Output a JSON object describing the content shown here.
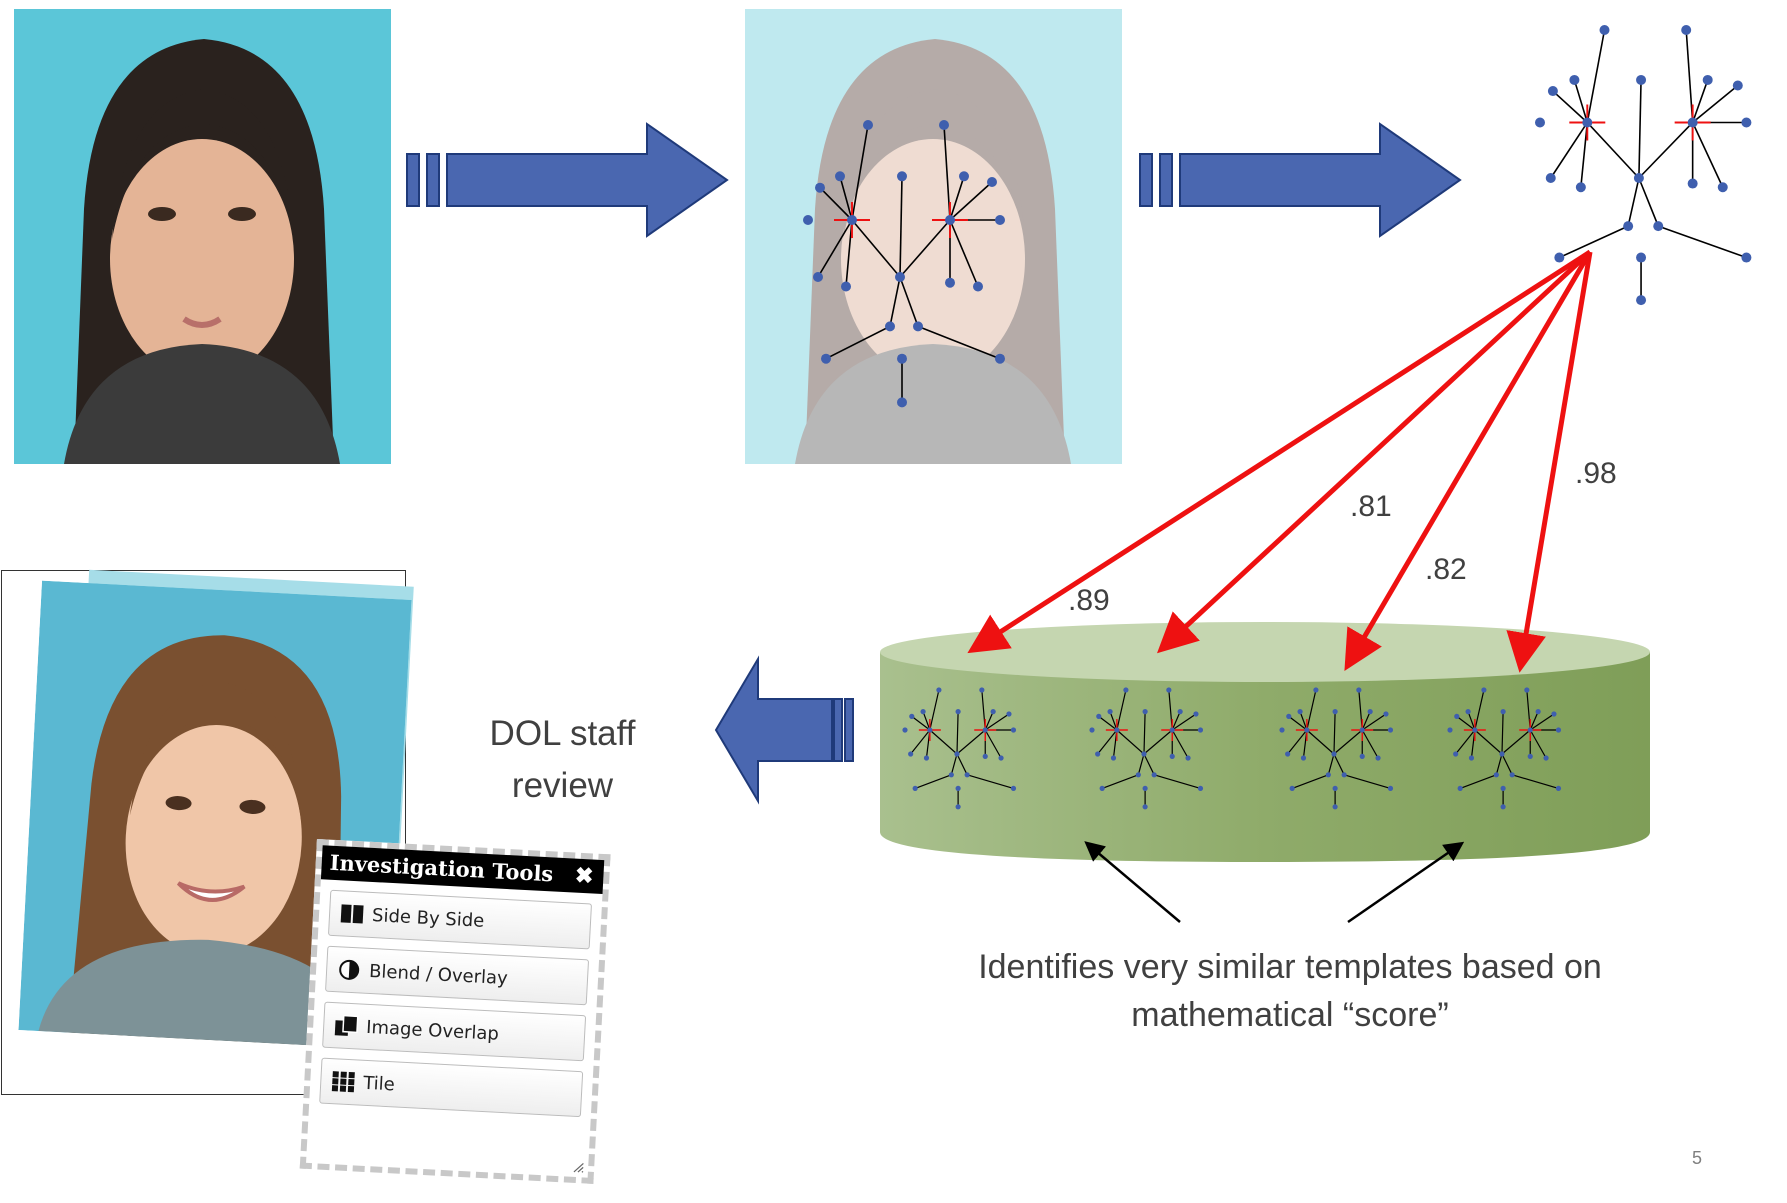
{
  "scores": [
    ".89",
    ".81",
    ".82",
    ".98"
  ],
  "review_label_line1": "DOL staff",
  "review_label_line2": "review",
  "caption_line1": "Identifies very similar templates based on",
  "caption_line2": "mathematical “score”",
  "tools_panel": {
    "title": "Investigation Tools",
    "close": "✖",
    "buttons": [
      "Side By Side",
      "Blend / Overlay",
      "Image Overlap",
      "Tile"
    ]
  },
  "page_number": "5",
  "colors": {
    "arrow_blue": "#4a67b0",
    "score_arrow_red": "#ee1111",
    "photo_bg": "#5cc8dc",
    "cylinder_green": "#86a661",
    "node_blue": "#3f5fae"
  }
}
